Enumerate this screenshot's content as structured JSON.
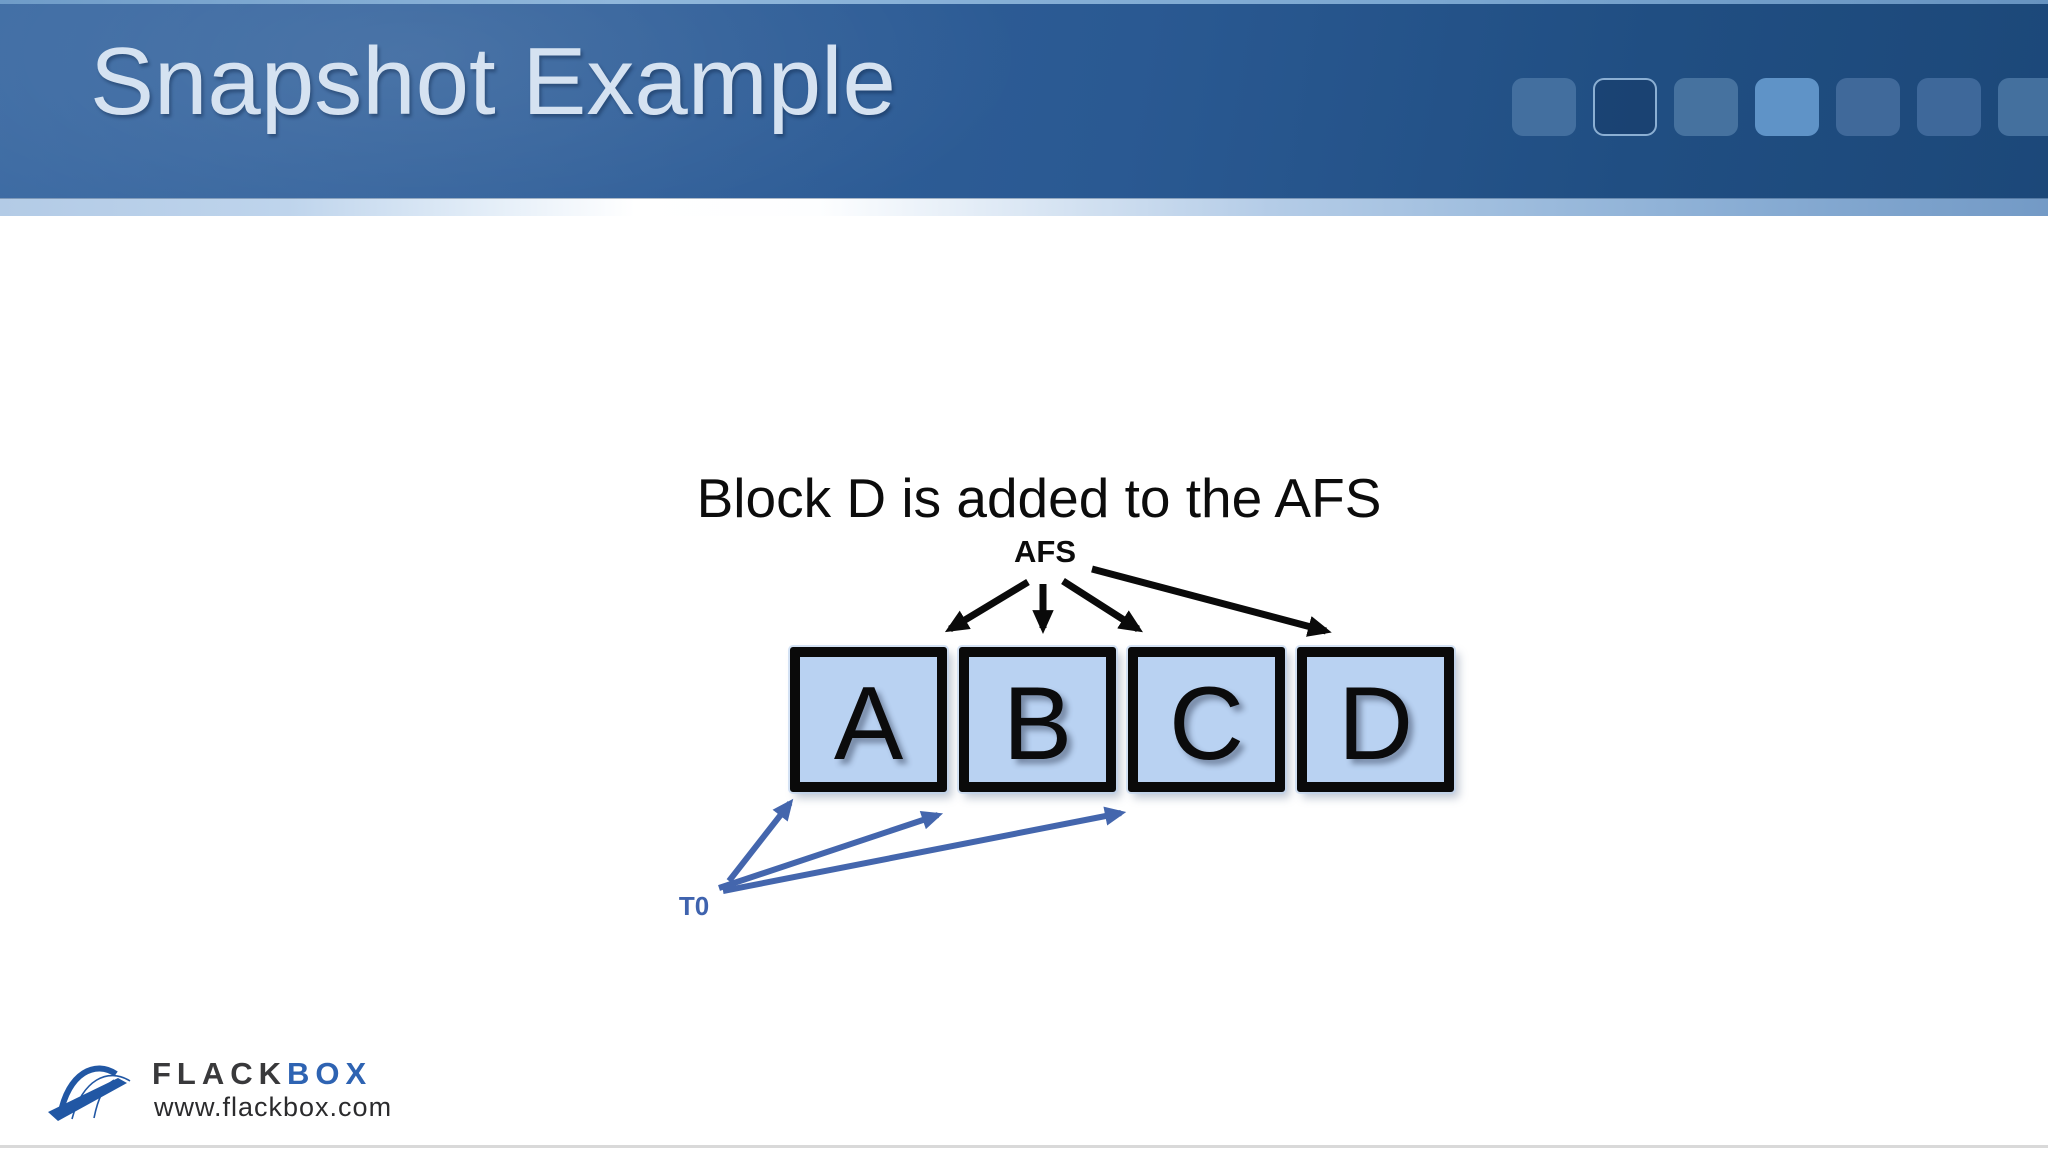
{
  "header": {
    "title": "Snapshot Example"
  },
  "diagram": {
    "caption": "Block D is added to the AFS",
    "afs_label": "AFS",
    "timeline_label": "T0",
    "blocks": [
      "A",
      "B",
      "C",
      "D"
    ]
  },
  "footer": {
    "logo_text_primary": "FLACK",
    "logo_text_secondary": "BOX",
    "logo_url": "www.flackbox.com"
  },
  "colors": {
    "banner_blue": "#2d5c96",
    "banner_strip_light": "#b3cbe6",
    "block_fill": "#b9d2f2",
    "block_border": "#0a0a0a",
    "arrow_black": "#0a0a0a",
    "arrow_blue": "#4466ad",
    "t0_label_blue": "#3f63ae",
    "logo_blue": "#2e63b2",
    "title_text": "#d5e2f1"
  }
}
